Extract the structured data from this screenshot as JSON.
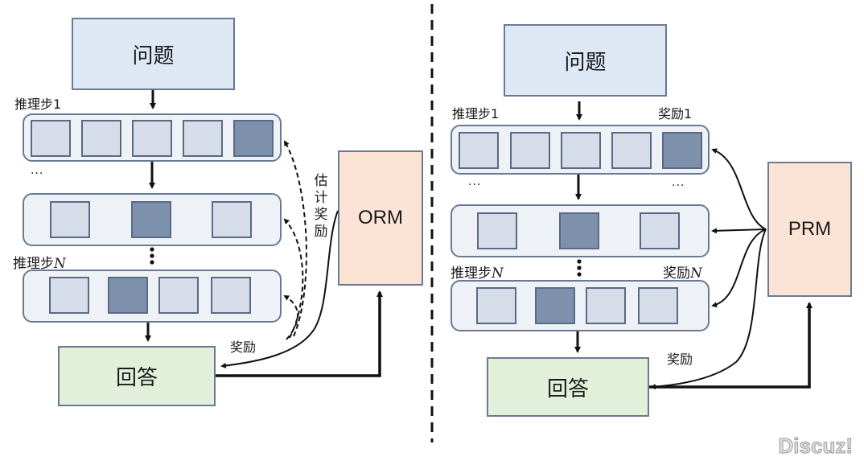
{
  "left": {
    "question": "问题",
    "step1_label": "推理步1",
    "stepN_label_prefix": "推理步",
    "stepN_label_var": "N",
    "ellipsis": "···",
    "answer": "回答",
    "model": "ORM",
    "estimate_reward": "估计奖励",
    "reward": "奖励",
    "steps": [
      {
        "tokens": [
          "light",
          "light",
          "light",
          "light",
          "dark"
        ]
      },
      {
        "tokens": [
          "light",
          "dark",
          "light"
        ]
      },
      {
        "tokens": [
          "light",
          "dark",
          "light",
          "light"
        ]
      }
    ]
  },
  "right": {
    "question": "问题",
    "step1_label": "推理步1",
    "stepN_label_prefix": "推理步",
    "stepN_label_var": "N",
    "reward1_label": "奖励1",
    "rewardN_label_prefix": "奖励",
    "rewardN_label_var": "N",
    "ellipsis": "···",
    "answer": "回答",
    "model": "PRM",
    "reward": "奖励",
    "steps": [
      {
        "tokens": [
          "light",
          "light",
          "light",
          "light",
          "dark"
        ]
      },
      {
        "tokens": [
          "light",
          "dark",
          "light"
        ]
      },
      {
        "tokens": [
          "light",
          "dark",
          "light",
          "light"
        ]
      }
    ]
  },
  "watermark": "Discuz!"
}
